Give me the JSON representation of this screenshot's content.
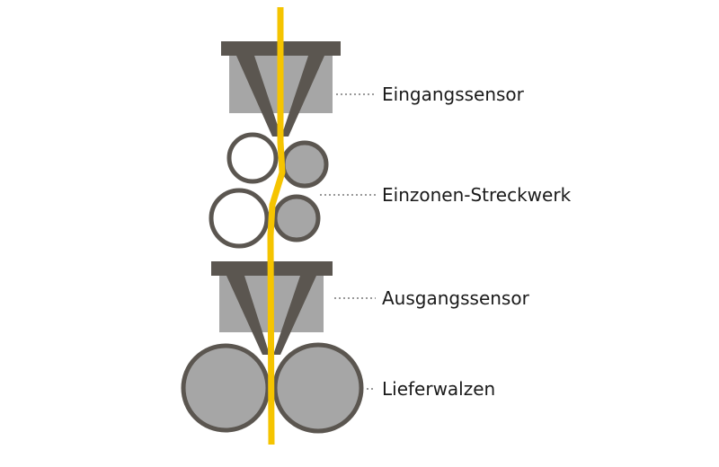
{
  "labels": {
    "input_sensor": "Eingangssensor",
    "drafting_unit": "Einzonen-Streckwerk",
    "output_sensor": "Ausgangssensor",
    "delivery_rollers": "Lieferwalzen"
  },
  "colors": {
    "dark": "#5b5650",
    "light": "#a6a6a6",
    "fiber": "#f5c400",
    "leader": "#999999",
    "text": "#1a1a1a"
  }
}
